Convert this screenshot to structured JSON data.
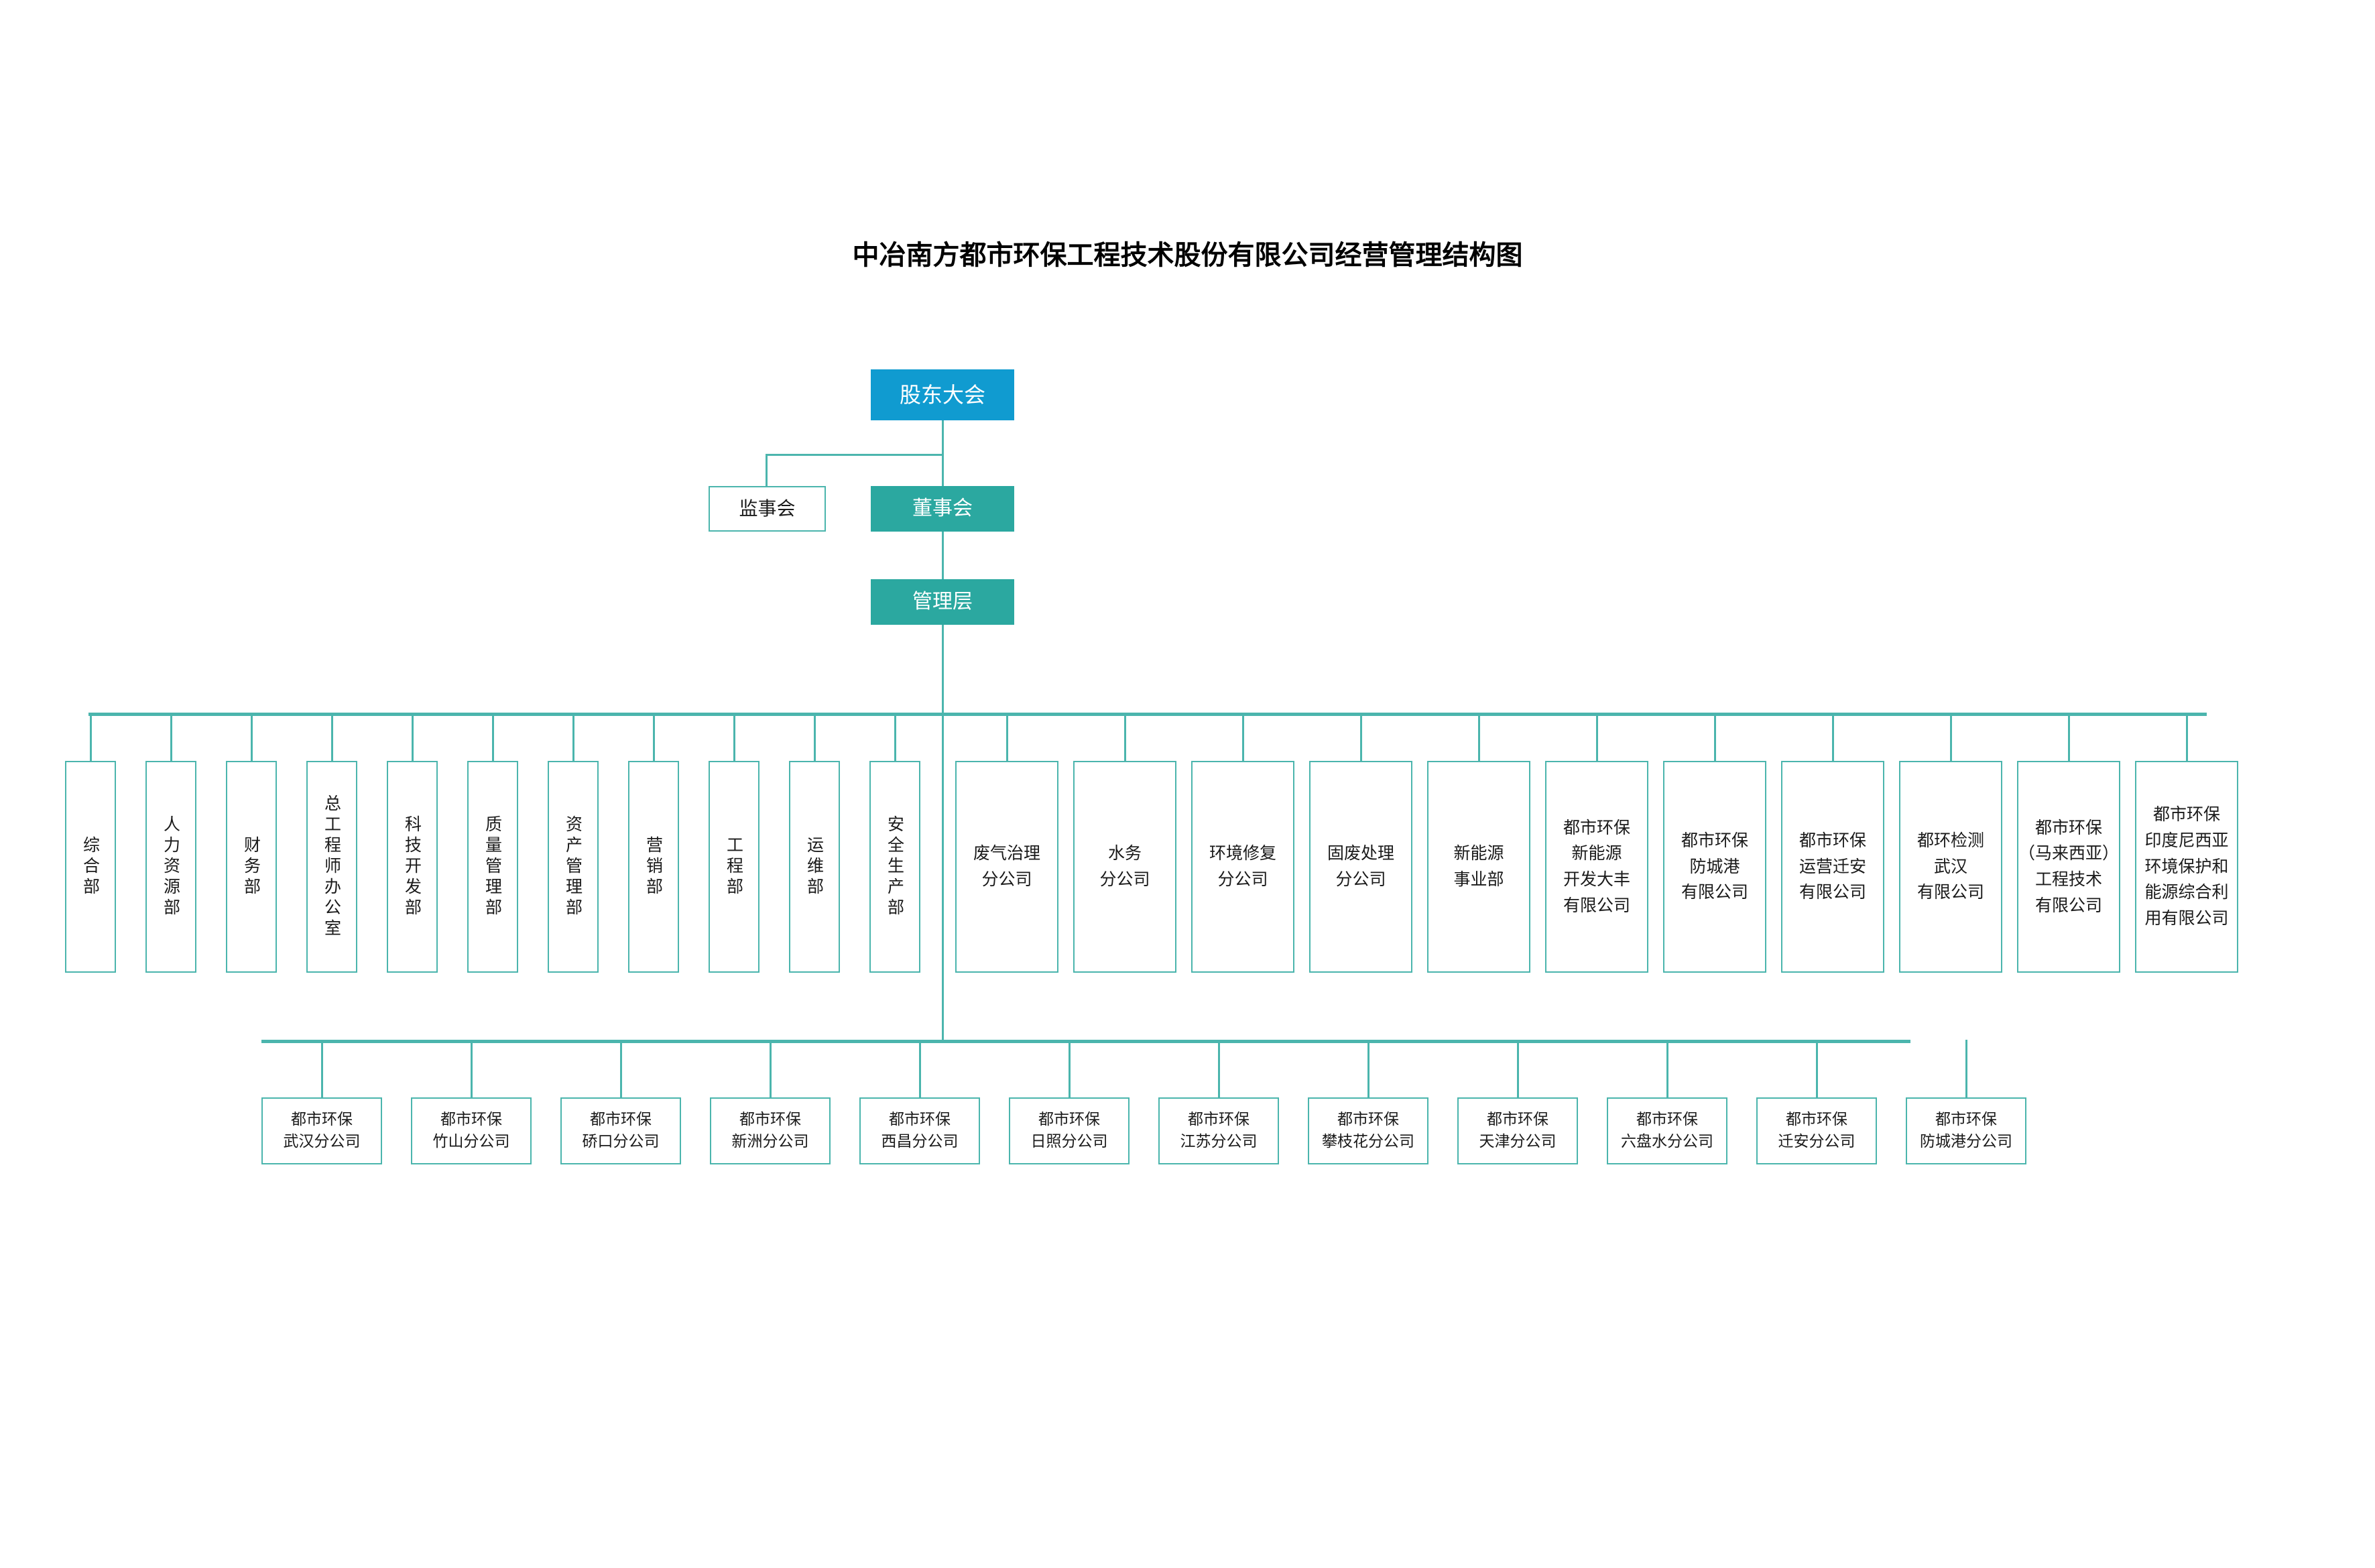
{
  "title": "中冶南方都市环保工程技术股份有限公司经营管理结构图",
  "colors": {
    "shareholders_fill": "#109BD0",
    "board_fill": "#2BA8A0",
    "management_fill": "#2BA8A0",
    "box_border": "#4BB5AD",
    "connector": "#4BB5AD",
    "text": "#1a1a1a",
    "inverse_text": "#ffffff",
    "background": "#ffffff"
  },
  "governance": {
    "shareholders": "股东大会",
    "supervisory_board": "监事会",
    "board_of_directors": "董事会",
    "management": "管理层"
  },
  "departments": [
    {
      "label": "综合部"
    },
    {
      "label": "人力资源部"
    },
    {
      "label": "财务部"
    },
    {
      "label": "总工程师办公室"
    },
    {
      "label": "科技开发部"
    },
    {
      "label": "质量管理部"
    },
    {
      "label": "资产管理部"
    },
    {
      "label": "营销部"
    },
    {
      "label": "工程部"
    },
    {
      "label": "运维部"
    },
    {
      "label": "安全生产部"
    }
  ],
  "subsidiaries": [
    {
      "label": "废气治理\n分公司"
    },
    {
      "label": "水务\n分公司"
    },
    {
      "label": "环境修复\n分公司"
    },
    {
      "label": "固废处理\n分公司"
    },
    {
      "label": "新能源\n事业部"
    },
    {
      "label": "都市环保\n新能源\n开发大丰\n有限公司"
    },
    {
      "label": "都市环保\n防城港\n有限公司"
    },
    {
      "label": "都市环保\n运营迁安\n有限公司"
    },
    {
      "label": "都环检测\n武汉\n有限公司"
    },
    {
      "label": "都市环保\n（马来西亚）\n工程技术\n有限公司"
    },
    {
      "label": "都市环保\n印度尼西亚\n环境保护和\n能源综合利\n用有限公司"
    }
  ],
  "branches": [
    {
      "label": "都市环保\n武汉分公司"
    },
    {
      "label": "都市环保\n竹山分公司"
    },
    {
      "label": "都市环保\n硚口分公司"
    },
    {
      "label": "都市环保\n新洲分公司"
    },
    {
      "label": "都市环保\n西昌分公司"
    },
    {
      "label": "都市环保\n日照分公司"
    },
    {
      "label": "都市环保\n江苏分公司"
    },
    {
      "label": "都市环保\n攀枝花分公司"
    },
    {
      "label": "都市环保\n天津分公司"
    },
    {
      "label": "都市环保\n六盘水分公司"
    },
    {
      "label": "都市环保\n迁安分公司"
    },
    {
      "label": "都市环保\n防城港分公司"
    }
  ]
}
